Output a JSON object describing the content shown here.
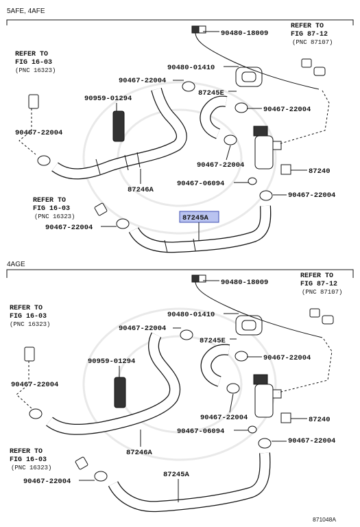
{
  "sections": {
    "top": "5AFE, 4AFE",
    "bottom": "4AGE"
  },
  "refs": {
    "fig1603": {
      "line1": "REFER TO",
      "line2": "FIG 16-03",
      "pnc": "(PNC 16323)"
    },
    "fig8712": {
      "line1": "REFER TO",
      "line2": "FIG 87-12",
      "pnc": "(PNC 87107)"
    }
  },
  "parts": {
    "p90480_18009": "90480-18009",
    "p90480_01410": "90480-01410",
    "p90467_22004": "90467-22004",
    "p90959_01294": "90959-01294",
    "p87245E": "87245E",
    "p87246A": "87246A",
    "p87240": "87240",
    "p90467_06094": "90467-06094",
    "p87245A": "87245A"
  },
  "highlighted_part": "87245A",
  "diagram_code": "871048A",
  "colors": {
    "highlight_fill": "#b9c3f0",
    "highlight_border": "#3b4bb0",
    "line": "#111111"
  }
}
